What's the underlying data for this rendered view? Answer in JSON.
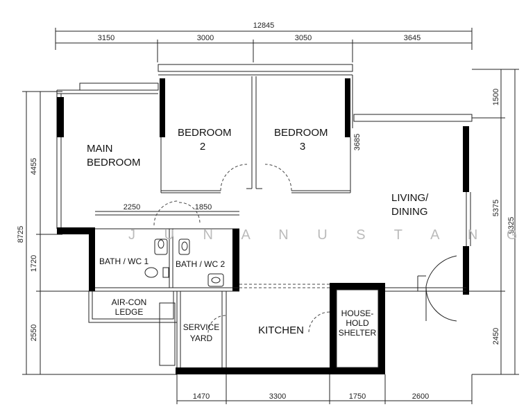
{
  "dimensions": {
    "total_width": "12845",
    "top": [
      "3150",
      "3000",
      "3050",
      "3645"
    ],
    "bottom": [
      "1470",
      "3300",
      "1750",
      "2600"
    ],
    "left": [
      "4455",
      "1720",
      "2550"
    ],
    "left_total": "8725",
    "right": [
      "1500",
      "5375",
      "2450"
    ],
    "right_total": "9325",
    "bath_top": [
      "2250",
      "1850"
    ],
    "bedroom3_side": "3685"
  },
  "rooms": {
    "main_bedroom": [
      "MAIN",
      "BEDROOM"
    ],
    "bedroom2": [
      "BEDROOM",
      "2"
    ],
    "bedroom3": [
      "BEDROOM",
      "3"
    ],
    "living_dining": [
      "LIVING/",
      "DINING"
    ],
    "bath1": "BATH / WC 1",
    "bath2": "BATH / WC 2",
    "aircon": [
      "AIR-CON",
      "LEDGE"
    ],
    "service": [
      "SERVICE",
      "YARD"
    ],
    "kitchen": "KITCHEN",
    "shelter": [
      "HOUSE-",
      "HOLD",
      "SHELTER"
    ]
  },
  "watermark": "J U N A N U S   T A N G"
}
